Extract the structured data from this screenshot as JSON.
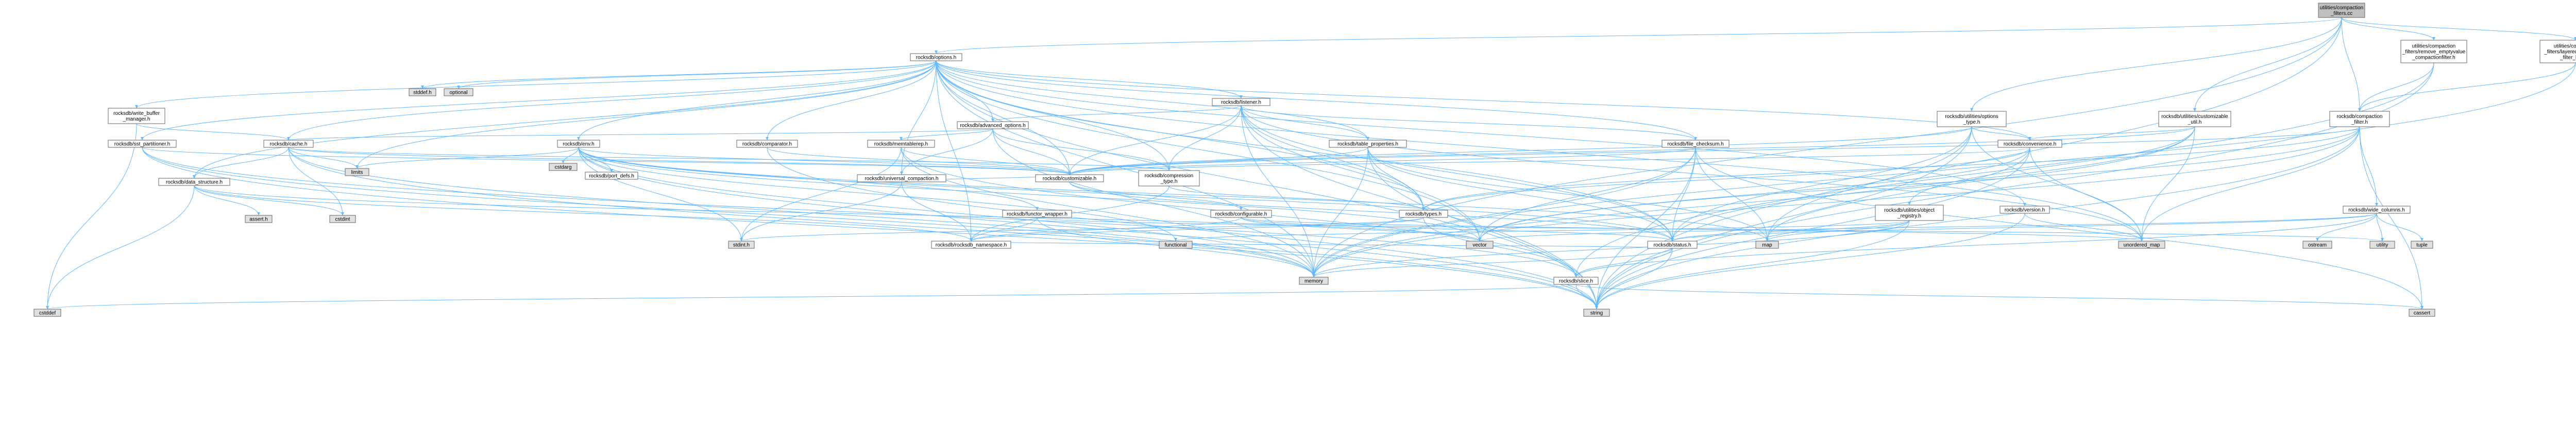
{
  "colors": {
    "internal": "#ffffff",
    "external": "#e0e0e0",
    "root": "#bfbfbf",
    "alert_border": "#ff0000",
    "normal_border": "#666666",
    "edge": "#63b8ff",
    "alert_text": "#000000"
  },
  "nodes": [
    {
      "id": "root",
      "lines": [
        "utilities/compaction",
        "_filters.cc"
      ],
      "kind": "root"
    },
    {
      "id": "options",
      "lines": [
        "rocksdb/options.h"
      ],
      "kind": "internal"
    },
    {
      "id": "rem_empty",
      "lines": [
        "utilities/compaction",
        "_filters/remove_emptyvalue",
        "_compactionfilter.h"
      ],
      "kind": "internal"
    },
    {
      "id": "layered",
      "lines": [
        "utilities/compaction",
        "_filters/layered_compaction",
        "_filter_base.h"
      ],
      "kind": "internal"
    },
    {
      "id": "stddef",
      "lines": [
        "stddef.h"
      ],
      "kind": "external"
    },
    {
      "id": "optional",
      "lines": [
        "optional"
      ],
      "kind": "external"
    },
    {
      "id": "listener",
      "lines": [
        "rocksdb/listener.h"
      ],
      "kind": "alert"
    },
    {
      "id": "write_buffer",
      "lines": [
        "rocksdb/write_buffer",
        "_manager.h"
      ],
      "kind": "alert"
    },
    {
      "id": "advanced",
      "lines": [
        "rocksdb/advanced_options.h"
      ],
      "kind": "internal"
    },
    {
      "id": "options_type",
      "lines": [
        "rocksdb/utilities/options",
        "_type.h"
      ],
      "kind": "internal"
    },
    {
      "id": "cust_util",
      "lines": [
        "rocksdb/utilities/customizable",
        "_util.h"
      ],
      "kind": "internal"
    },
    {
      "id": "compaction_filter",
      "lines": [
        "rocksdb/compaction",
        "_filter.h"
      ],
      "kind": "internal"
    },
    {
      "id": "sst_part",
      "lines": [
        "rocksdb/sst_partitioner.h"
      ],
      "kind": "internal"
    },
    {
      "id": "cache",
      "lines": [
        "rocksdb/cache.h"
      ],
      "kind": "alert"
    },
    {
      "id": "env",
      "lines": [
        "rocksdb/env.h"
      ],
      "kind": "alert"
    },
    {
      "id": "comparator",
      "lines": [
        "rocksdb/comparator.h"
      ],
      "kind": "internal"
    },
    {
      "id": "memtablerep",
      "lines": [
        "rocksdb/memtablerep.h"
      ],
      "kind": "alert"
    },
    {
      "id": "table_props",
      "lines": [
        "rocksdb/table_properties.h"
      ],
      "kind": "internal"
    },
    {
      "id": "file_checksum",
      "lines": [
        "rocksdb/file_checksum.h"
      ],
      "kind": "internal"
    },
    {
      "id": "convenience",
      "lines": [
        "rocksdb/convenience.h"
      ],
      "kind": "alert"
    },
    {
      "id": "data_struct",
      "lines": [
        "rocksdb/data_structure.h"
      ],
      "kind": "internal"
    },
    {
      "id": "limits",
      "lines": [
        "limits"
      ],
      "kind": "external"
    },
    {
      "id": "cstdarg",
      "lines": [
        "cstdarg"
      ],
      "kind": "external"
    },
    {
      "id": "port_defs",
      "lines": [
        "rocksdb/port_defs.h"
      ],
      "kind": "internal"
    },
    {
      "id": "universal",
      "lines": [
        "rocksdb/universal_compaction.h"
      ],
      "kind": "alert"
    },
    {
      "id": "customizable",
      "lines": [
        "rocksdb/customizable.h"
      ],
      "kind": "internal"
    },
    {
      "id": "compression_type",
      "lines": [
        "rocksdb/compression",
        "_type.h"
      ],
      "kind": "internal"
    },
    {
      "id": "version",
      "lines": [
        "rocksdb/version.h"
      ],
      "kind": "internal"
    },
    {
      "id": "wide_columns",
      "lines": [
        "rocksdb/wide_columns.h"
      ],
      "kind": "internal"
    },
    {
      "id": "assert_h",
      "lines": [
        "assert.h"
      ],
      "kind": "external"
    },
    {
      "id": "cstdint",
      "lines": [
        "cstdint"
      ],
      "kind": "external"
    },
    {
      "id": "func_wrapper",
      "lines": [
        "rocksdb/functor_wrapper.h"
      ],
      "kind": "internal"
    },
    {
      "id": "configurable",
      "lines": [
        "rocksdb/configurable.h"
      ],
      "kind": "alert"
    },
    {
      "id": "types",
      "lines": [
        "rocksdb/types.h"
      ],
      "kind": "internal"
    },
    {
      "id": "obj_registry",
      "lines": [
        "rocksdb/utilities/object",
        "_registry.h"
      ],
      "kind": "alert"
    },
    {
      "id": "stdint",
      "lines": [
        "stdint.h"
      ],
      "kind": "external"
    },
    {
      "id": "namespace",
      "lines": [
        "rocksdb/rocksdb_namespace.h"
      ],
      "kind": "internal"
    },
    {
      "id": "functional",
      "lines": [
        "functional"
      ],
      "kind": "external"
    },
    {
      "id": "vector",
      "lines": [
        "vector"
      ],
      "kind": "external"
    },
    {
      "id": "map",
      "lines": [
        "map"
      ],
      "kind": "external"
    },
    {
      "id": "status",
      "lines": [
        "rocksdb/status.h"
      ],
      "kind": "internal"
    },
    {
      "id": "unordered_map",
      "lines": [
        "unordered_map"
      ],
      "kind": "external"
    },
    {
      "id": "ostream",
      "lines": [
        "ostream"
      ],
      "kind": "external"
    },
    {
      "id": "utility",
      "lines": [
        "utility"
      ],
      "kind": "external"
    },
    {
      "id": "tuple",
      "lines": [
        "tuple"
      ],
      "kind": "external"
    },
    {
      "id": "memory",
      "lines": [
        "memory"
      ],
      "kind": "external"
    },
    {
      "id": "slice",
      "lines": [
        "rocksdb/slice.h"
      ],
      "kind": "alert"
    },
    {
      "id": "cstddef",
      "lines": [
        "cstddef"
      ],
      "kind": "external"
    },
    {
      "id": "string",
      "lines": [
        "string"
      ],
      "kind": "external"
    },
    {
      "id": "cassert",
      "lines": [
        "cassert"
      ],
      "kind": "external"
    }
  ],
  "edges": [
    [
      "root",
      "options"
    ],
    [
      "root",
      "rem_empty"
    ],
    [
      "root",
      "layered"
    ],
    [
      "root",
      "compaction_filter"
    ],
    [
      "root",
      "options_type"
    ],
    [
      "root",
      "cust_util"
    ],
    [
      "root",
      "memory"
    ],
    [
      "root",
      "string"
    ],
    [
      "rem_empty",
      "compaction_filter"
    ],
    [
      "rem_empty",
      "string"
    ],
    [
      "rem_empty",
      "slice"
    ],
    [
      "layered",
      "compaction_filter"
    ],
    [
      "layered",
      "memory"
    ],
    [
      "options",
      "stddef"
    ],
    [
      "options",
      "optional"
    ],
    [
      "options",
      "listener"
    ],
    [
      "options",
      "write_buffer"
    ],
    [
      "options",
      "advanced"
    ],
    [
      "options",
      "sst_part"
    ],
    [
      "options",
      "cache"
    ],
    [
      "options",
      "env"
    ],
    [
      "options",
      "comparator"
    ],
    [
      "options",
      "table_props"
    ],
    [
      "options",
      "file_checksum"
    ],
    [
      "options",
      "convenience"
    ],
    [
      "options",
      "limits"
    ],
    [
      "options",
      "universal"
    ],
    [
      "options",
      "customizable"
    ],
    [
      "options",
      "compression_type"
    ],
    [
      "options",
      "version"
    ],
    [
      "options",
      "data_struct"
    ],
    [
      "options",
      "types"
    ],
    [
      "options",
      "namespace"
    ],
    [
      "options",
      "vector"
    ],
    [
      "options",
      "unordered_map"
    ],
    [
      "options",
      "memory"
    ],
    [
      "options",
      "string"
    ],
    [
      "options",
      "status"
    ],
    [
      "listener",
      "advanced"
    ],
    [
      "listener",
      "table_props"
    ],
    [
      "listener",
      "file_checksum"
    ],
    [
      "listener",
      "compression_type"
    ],
    [
      "listener",
      "customizable"
    ],
    [
      "listener",
      "types"
    ],
    [
      "listener",
      "status"
    ],
    [
      "listener",
      "memory"
    ],
    [
      "listener",
      "string"
    ],
    [
      "listener",
      "vector"
    ],
    [
      "listener",
      "unordered_map"
    ],
    [
      "write_buffer",
      "cache"
    ],
    [
      "write_buffer",
      "cstddef"
    ],
    [
      "advanced",
      "memtablerep"
    ],
    [
      "advanced",
      "universal"
    ],
    [
      "advanced",
      "cache"
    ],
    [
      "advanced",
      "compression_type"
    ],
    [
      "advanced",
      "memory"
    ],
    [
      "advanced",
      "customizable"
    ],
    [
      "options_type",
      "convenience"
    ],
    [
      "options_type",
      "status"
    ],
    [
      "options_type",
      "customizable"
    ],
    [
      "options_type",
      "map"
    ],
    [
      "options_type",
      "unordered_map"
    ],
    [
      "options_type",
      "string"
    ],
    [
      "cust_util",
      "convenience"
    ],
    [
      "cust_util",
      "customizable"
    ],
    [
      "cust_util",
      "obj_registry"
    ],
    [
      "cust_util",
      "status"
    ],
    [
      "cust_util",
      "unordered_map"
    ],
    [
      "cust_util",
      "memory"
    ],
    [
      "compaction_filter",
      "customizable"
    ],
    [
      "compaction_filter",
      "wide_columns"
    ],
    [
      "compaction_filter",
      "types"
    ],
    [
      "compaction_filter",
      "rocksdb_ns"
    ],
    [
      "compaction_filter",
      "vector"
    ],
    [
      "compaction_filter",
      "string"
    ],
    [
      "compaction_filter",
      "cassert"
    ],
    [
      "compaction_filter",
      "unordered_map"
    ],
    [
      "compaction_filter",
      "memory"
    ],
    [
      "sst_part",
      "customizable"
    ],
    [
      "sst_part",
      "slice"
    ],
    [
      "sst_part",
      "memory"
    ],
    [
      "sst_part",
      "string"
    ],
    [
      "cache",
      "data_struct"
    ],
    [
      "cache",
      "limits"
    ],
    [
      "cache",
      "customizable"
    ],
    [
      "cache",
      "cstdint"
    ],
    [
      "cache",
      "memory"
    ],
    [
      "cache",
      "string"
    ],
    [
      "cache",
      "compression_type"
    ],
    [
      "env",
      "cstdarg"
    ],
    [
      "env",
      "port_defs"
    ],
    [
      "env",
      "limits"
    ],
    [
      "env",
      "customizable"
    ],
    [
      "env",
      "func_wrapper"
    ],
    [
      "env",
      "stdint"
    ],
    [
      "env",
      "functional"
    ],
    [
      "env",
      "map"
    ],
    [
      "env",
      "memory"
    ],
    [
      "env",
      "string"
    ],
    [
      "env",
      "vector"
    ],
    [
      "env",
      "status"
    ],
    [
      "comparator",
      "customizable"
    ],
    [
      "comparator",
      "string"
    ],
    [
      "memtablerep",
      "customizable"
    ],
    [
      "memtablerep",
      "slice"
    ],
    [
      "memtablerep",
      "stdint"
    ],
    [
      "memtablerep",
      "memory"
    ],
    [
      "table_props",
      "customizable"
    ],
    [
      "table_props",
      "types"
    ],
    [
      "table_props",
      "status"
    ],
    [
      "table_props",
      "map"
    ],
    [
      "table_props",
      "memory"
    ],
    [
      "table_props",
      "string"
    ],
    [
      "file_checksum",
      "customizable"
    ],
    [
      "file_checksum",
      "status"
    ],
    [
      "file_checksum",
      "cassert"
    ],
    [
      "file_checksum",
      "map"
    ],
    [
      "file_checksum",
      "memory"
    ],
    [
      "file_checksum",
      "string"
    ],
    [
      "file_checksum",
      "vector"
    ],
    [
      "convenience",
      "customizable"
    ],
    [
      "convenience",
      "types"
    ],
    [
      "convenience",
      "unordered_map"
    ],
    [
      "convenience",
      "map"
    ],
    [
      "convenience",
      "string"
    ],
    [
      "convenience",
      "vector"
    ],
    [
      "data_struct",
      "assert_h"
    ],
    [
      "data_struct",
      "cstdint"
    ],
    [
      "data_struct",
      "cstddef"
    ],
    [
      "data_struct",
      "vector"
    ],
    [
      "data_struct",
      "namespace"
    ],
    [
      "universal",
      "customizable"
    ],
    [
      "universal",
      "namespace"
    ],
    [
      "universal",
      "stdint"
    ],
    [
      "customizable",
      "configurable"
    ],
    [
      "customizable",
      "status"
    ],
    [
      "compression_type",
      "types"
    ],
    [
      "compression_type",
      "namespace"
    ],
    [
      "version",
      "string"
    ],
    [
      "version",
      "unordered_map"
    ],
    [
      "wide_columns",
      "ostream"
    ],
    [
      "wide_columns",
      "utility"
    ],
    [
      "wide_columns",
      "tuple"
    ],
    [
      "wide_columns",
      "vector"
    ],
    [
      "wide_columns",
      "status"
    ],
    [
      "wide_columns",
      "slice"
    ],
    [
      "func_wrapper",
      "memory"
    ],
    [
      "func_wrapper",
      "utility"
    ],
    [
      "func_wrapper",
      "namespace"
    ],
    [
      "configurable",
      "status"
    ],
    [
      "configurable",
      "unordered_map"
    ],
    [
      "configurable",
      "vector"
    ],
    [
      "configurable",
      "namespace"
    ],
    [
      "types",
      "stdint"
    ],
    [
      "types",
      "namespace"
    ],
    [
      "types",
      "slice"
    ],
    [
      "obj_registry",
      "status"
    ],
    [
      "obj_registry",
      "map"
    ],
    [
      "obj_registry",
      "functional"
    ],
    [
      "obj_registry",
      "memory"
    ],
    [
      "obj_registry",
      "string"
    ],
    [
      "status",
      "memory"
    ],
    [
      "status",
      "string"
    ],
    [
      "status",
      "slice"
    ],
    [
      "status",
      "namespace"
    ],
    [
      "slice",
      "cassert"
    ],
    [
      "slice",
      "string"
    ],
    [
      "slice",
      "cstddef"
    ]
  ]
}
